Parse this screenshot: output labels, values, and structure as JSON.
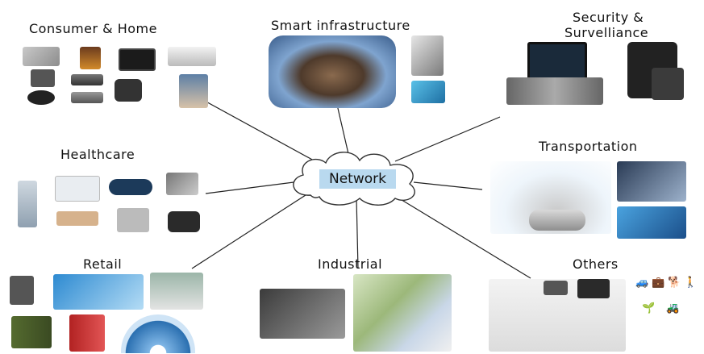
{
  "center": {
    "label": "Network"
  },
  "categories": {
    "consumer_home": "Consumer & Home",
    "smart_infrastructure": "Smart infrastructure",
    "security_line1": "Security &",
    "security_line2": "Survelliance",
    "healthcare": "Healthcare",
    "transportation": "Transportation",
    "retail": "Retail",
    "industrial": "Industrial",
    "others": "Others"
  },
  "colors": {
    "cloud_fill": "#ffffff",
    "cloud_stroke": "#333333",
    "label_highlight": "#b9d9ef",
    "line": "#222222"
  },
  "icons": [
    "car-icon",
    "briefcase-icon",
    "dog-icon",
    "person-icon",
    "plant-icon",
    "tractor-icon"
  ]
}
